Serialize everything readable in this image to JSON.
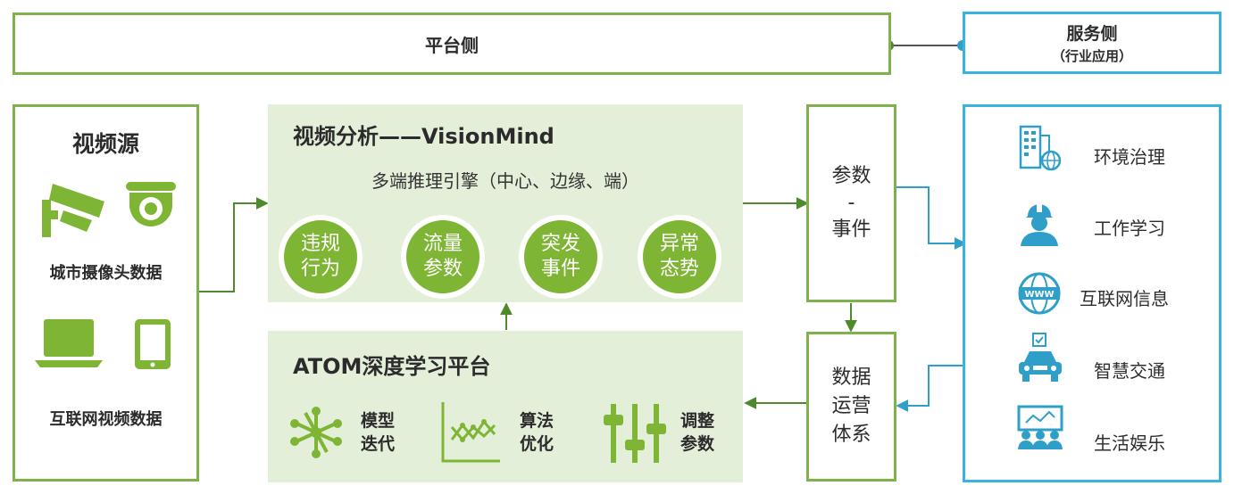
{
  "top": {
    "platform_label": "平台侧",
    "service_label": "服务侧",
    "service_sub": "（行业应用）"
  },
  "sources": {
    "title": "视频源",
    "camera_label": "城市摄像头数据",
    "internet_label": "互联网视频数据"
  },
  "analysis": {
    "title": "视频分析——VisionMind",
    "subtitle": "多端推理引擎（中心、边缘、端）",
    "circles": [
      {
        "line1": "违规",
        "line2": "行为"
      },
      {
        "line1": "流量",
        "line2": "参数"
      },
      {
        "line1": "突发",
        "line2": "事件"
      },
      {
        "line1": "异常",
        "line2": "态势"
      }
    ]
  },
  "atom": {
    "title": "ATOM深度学习平台",
    "tools": [
      {
        "line1": "模型",
        "line2": "迭代",
        "icon": "molecule-icon"
      },
      {
        "line1": "算法",
        "line2": "优化",
        "icon": "line-chart-icon"
      },
      {
        "line1": "调整",
        "line2": "参数",
        "icon": "sliders-icon"
      }
    ]
  },
  "params": {
    "line1": "参数",
    "line2": "-",
    "line3": "事件"
  },
  "ops": {
    "line1": "数据",
    "line2": "运营",
    "line3": "体系"
  },
  "services": [
    {
      "label": "环境治理",
      "icon": "building-globe-icon"
    },
    {
      "label": "工作学习",
      "icon": "worker-icon"
    },
    {
      "label": "互联网信息",
      "icon": "www-globe-icon"
    },
    {
      "label": "智慧交通",
      "icon": "car-icon"
    },
    {
      "label": "生活娱乐",
      "icon": "audience-screen-icon"
    }
  ],
  "colors": {
    "green": "#7fb535",
    "blue": "#3bb3df",
    "panel": "#e4efda",
    "line_green": "#4e8a2b"
  }
}
